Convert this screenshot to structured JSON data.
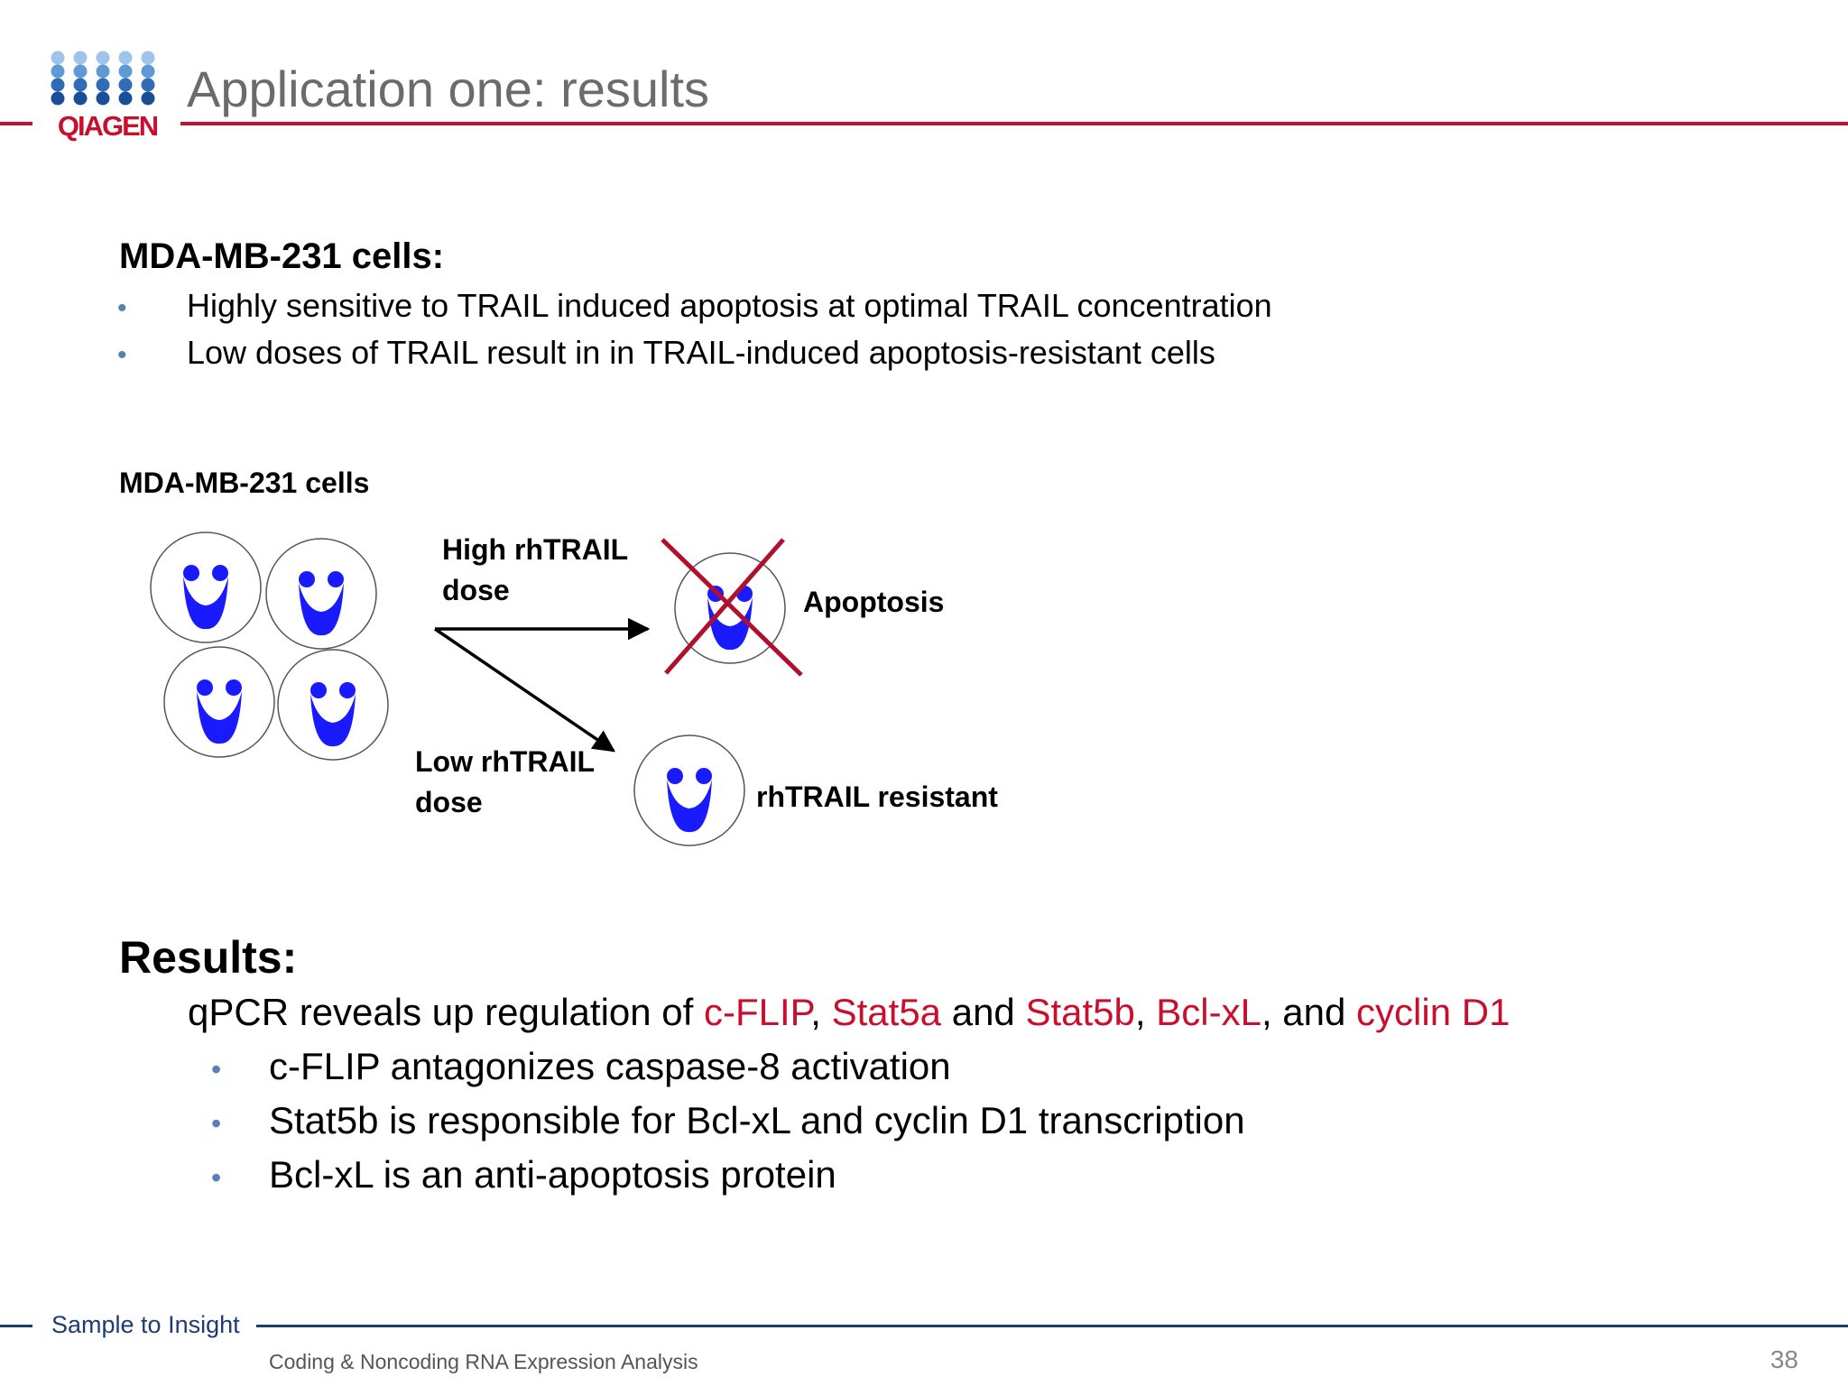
{
  "header": {
    "logo_text": "QIAGEN",
    "title": "Application one: results"
  },
  "intro": {
    "heading": "MDA-MB-231 cells:",
    "bullets": [
      "Highly sensitive to TRAIL induced apoptosis at optimal TRAIL concentration",
      "Low doses of TRAIL result in in TRAIL-induced apoptosis-resistant cells"
    ]
  },
  "diagram": {
    "cells_label": "MDA-MB-231 cells",
    "high_dose_line1": "High rhTRAIL",
    "high_dose_line2": "dose",
    "apoptosis_label": "Apoptosis",
    "low_dose_line1": "Low rhTRAIL",
    "low_dose_line2": "dose",
    "resistant_label": "rhTRAIL resistant"
  },
  "results": {
    "heading": "Results:",
    "line_prefix": "qPCR reveals up regulation of ",
    "gene1": "c-FLIP",
    "sep1": ", ",
    "gene2": "Stat5a",
    "sep2": " and ",
    "gene3": "Stat5b",
    "sep3": ", ",
    "gene4": "Bcl-xL",
    "sep4": ", and ",
    "gene5": "cyclin D1",
    "bullets": [
      "c-FLIP antagonizes caspase-8 activation",
      "Stat5b is responsible for Bcl-xL and cyclin D1 transcription",
      "Bcl-xL is an anti-apoptosis protein"
    ]
  },
  "footer": {
    "tagline": "Sample to Insight",
    "subtitle": "Coding & Noncoding RNA Expression Analysis",
    "page_number": "38"
  },
  "colors": {
    "accent_red": "#c8102e",
    "navy": "#1f3b73",
    "face_blue": "#1a1aff",
    "title_gray": "#6b6b6b"
  }
}
